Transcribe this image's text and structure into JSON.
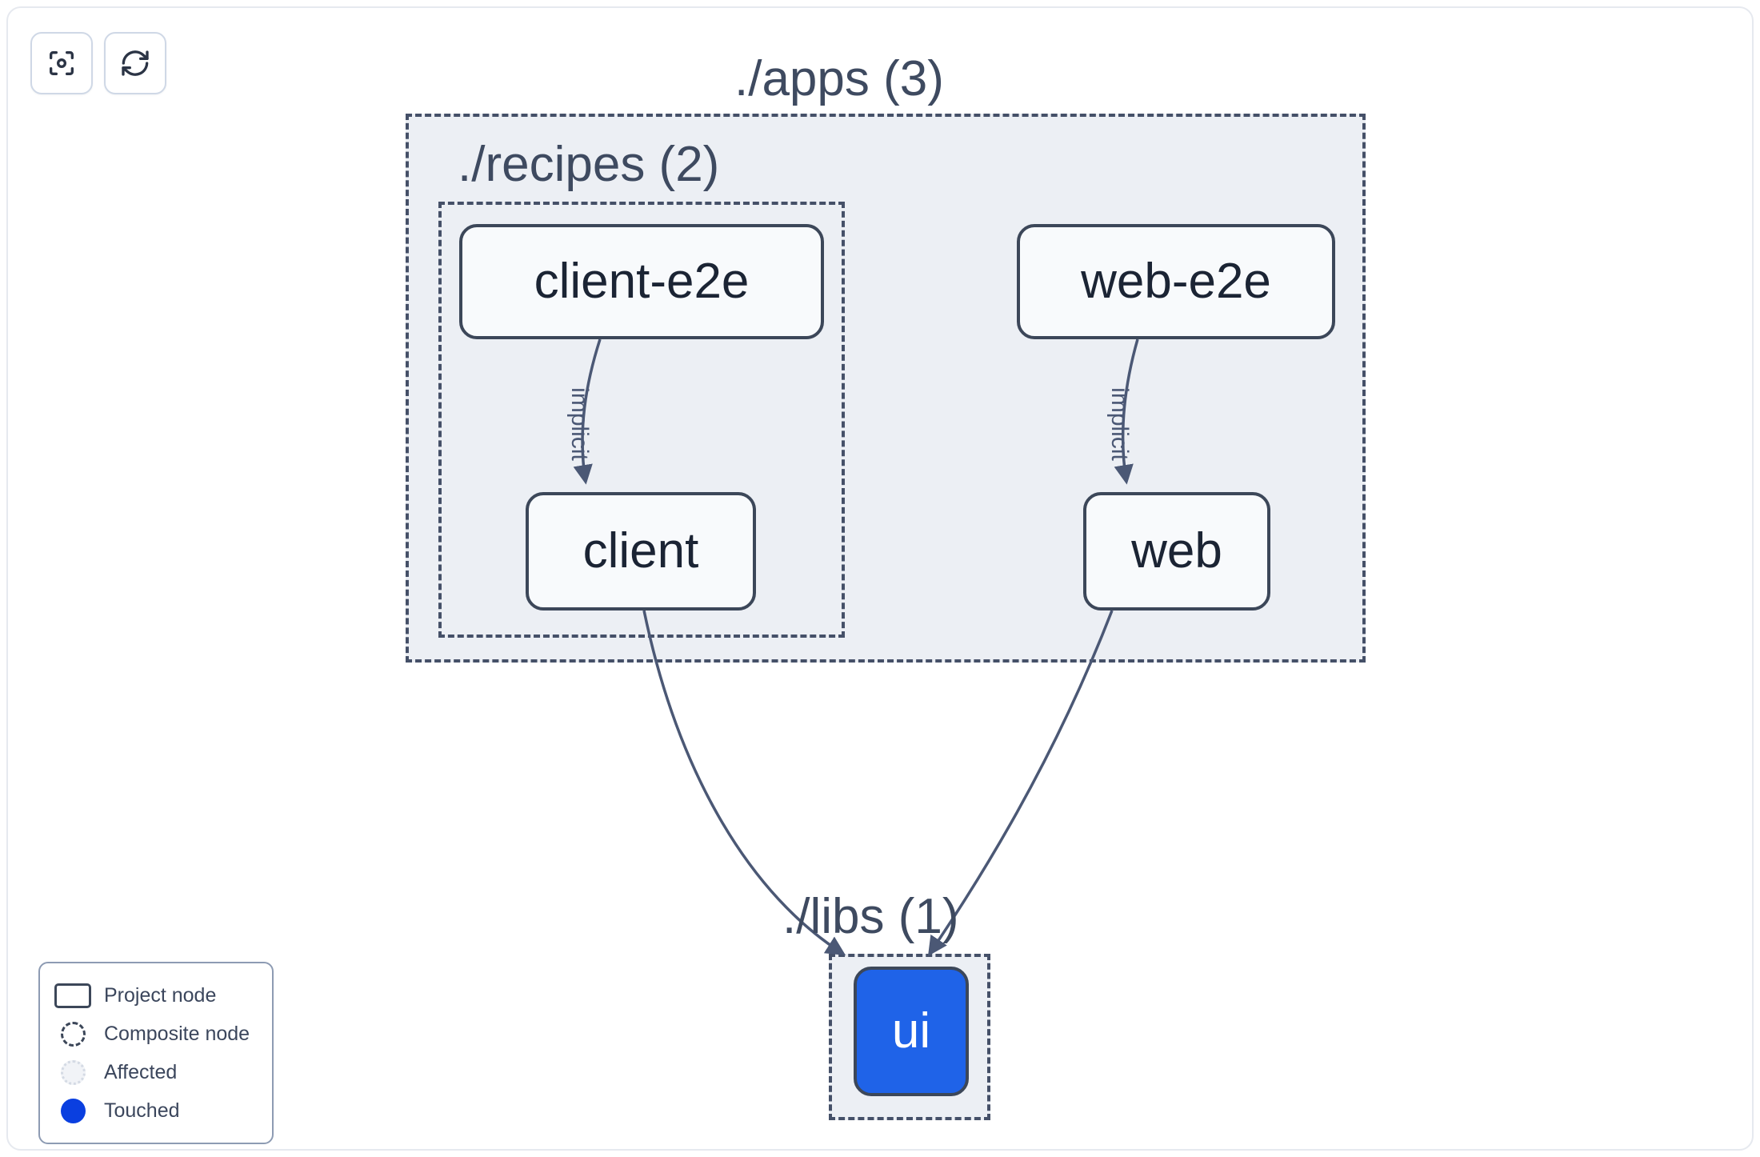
{
  "toolbar": {
    "buttons": [
      {
        "name": "focus-graph-button",
        "icon": "focus-icon",
        "tooltip": "Focus"
      },
      {
        "name": "refresh-graph-button",
        "icon": "refresh-icon",
        "tooltip": "Refresh"
      }
    ]
  },
  "graph": {
    "containers": [
      {
        "id": "apps",
        "label": "./apps (3)",
        "count": 3,
        "type": "composite"
      },
      {
        "id": "recipes",
        "label": "./recipes (2)",
        "count": 2,
        "type": "composite"
      },
      {
        "id": "libs",
        "label": "./libs (1)",
        "count": 1,
        "type": "composite"
      }
    ],
    "nodes": [
      {
        "id": "client-e2e",
        "label": "client-e2e",
        "parent": "recipes",
        "state": "normal"
      },
      {
        "id": "web-e2e",
        "label": "web-e2e",
        "parent": "apps",
        "state": "normal"
      },
      {
        "id": "client",
        "label": "client",
        "parent": "recipes",
        "state": "normal"
      },
      {
        "id": "web",
        "label": "web",
        "parent": "apps",
        "state": "normal"
      },
      {
        "id": "ui",
        "label": "ui",
        "parent": "libs",
        "state": "touched"
      }
    ],
    "edges": [
      {
        "from": "client-e2e",
        "to": "client",
        "label": "implicit"
      },
      {
        "from": "web-e2e",
        "to": "web",
        "label": "implicit"
      },
      {
        "from": "client",
        "to": "ui",
        "label": ""
      },
      {
        "from": "web",
        "to": "ui",
        "label": ""
      }
    ]
  },
  "legend": {
    "items": [
      {
        "swatch": "project-node-swatch",
        "label": "Project node"
      },
      {
        "swatch": "composite-node-swatch",
        "label": "Composite node"
      },
      {
        "swatch": "affected-swatch",
        "label": "Affected"
      },
      {
        "swatch": "touched-swatch",
        "label": "Touched"
      }
    ]
  },
  "colors": {
    "touched": "#1f63e8",
    "legend_touched": "#0a3fe0",
    "node_border": "#3c4759",
    "node_fill": "#f8fafc",
    "container_fill": "#eceff4",
    "container_border": "#455068",
    "edge_stroke": "#4b5875",
    "text": "#3e4a60",
    "canvas": "#ffffff"
  }
}
